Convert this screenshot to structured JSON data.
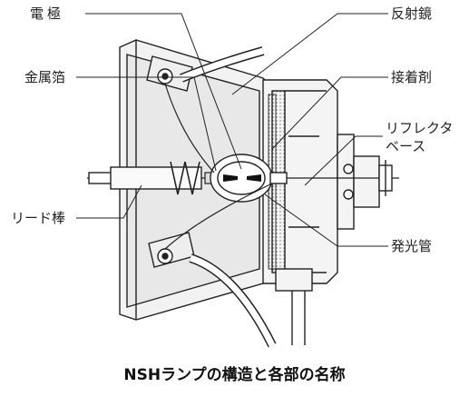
{
  "labels": {
    "electrode": "電極",
    "reflector_mirror": "反射鏡",
    "metal_foil": "金属箔",
    "adhesive": "接着剤",
    "reflector_base_line1": "リフレクタ",
    "reflector_base_line2": "ベース",
    "lead_rod": "リード棒",
    "arc_tube": "発光管"
  },
  "caption": "NSHランプの構造と各部の名称"
}
